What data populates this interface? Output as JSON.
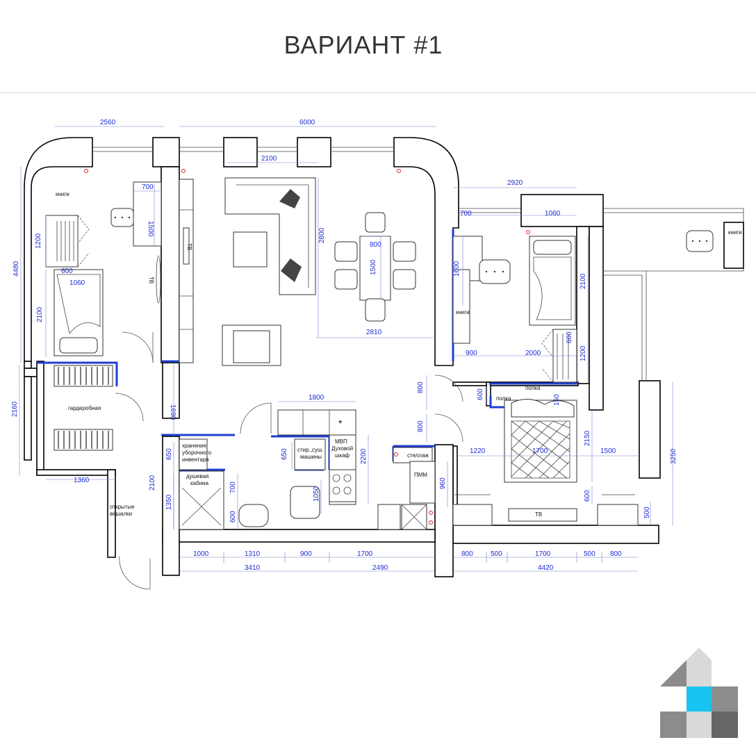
{
  "title": "ВАРИАНТ #1",
  "dimensions": {
    "top_left": "2560",
    "top_mid": "6000",
    "window": "2100",
    "bedroom_top": "2920",
    "desk_w": "700",
    "desk_h": "1500",
    "wardrobe_h": "1200",
    "wardrobe_600": "600",
    "bed_w": "1060",
    "left_total": "4480",
    "left_bed": "2100",
    "left_gard": "2160",
    "gard_w": "1360",
    "hall_1690": "1690",
    "liv_2800": "2800",
    "table_800": "800",
    "table_1500": "1500",
    "liv_2810": "2810",
    "bed2_700": "700",
    "bed2_1060": "1060",
    "bed2_1600": "1600",
    "bed2_2100": "2100",
    "bed2_1200": "1200",
    "bed2_900": "900",
    "bed2_2000": "2000",
    "bed2_600": "600",
    "kitchen_1800": "1800",
    "kitchen_2200": "2200",
    "k650a": "650",
    "k650b": "650",
    "bath_2100": "2100",
    "bath_1350": "1350",
    "bath_700": "700",
    "bath_600": "600",
    "bath_1050": "1050",
    "d800a": "800",
    "d800b": "800",
    "d600": "600",
    "d960": "960",
    "mb_1220": "1220",
    "mb_1700": "1700",
    "mb_1500": "1500",
    "mb_2150": "2150",
    "mb_150": "150",
    "mb_600": "600",
    "mb_500": "500",
    "right_3250": "3250",
    "b1000": "1000",
    "b1310": "1310",
    "b900": "900",
    "b1700": "1700",
    "b3410": "3410",
    "b2490": "2490",
    "r800a": "800",
    "r500a": "500",
    "r1700": "1700",
    "r500b": "500",
    "r800b": "800",
    "r4420": "4420"
  },
  "labels": {
    "books_left": "книги",
    "books_mid": "книги",
    "books_right": "книги",
    "tv_left": "ТВ",
    "tv_wall": "ТВ",
    "tv_bed": "ТВ",
    "wardrobe": "гардеробная",
    "storage_line1": "хранение",
    "storage_line2": "уборочного",
    "storage_line3": "инвентаря",
    "shower_line1": "душевая",
    "shower_line2": "кабина",
    "washer_line1": "стир.,суш.",
    "washer_line2": "машины",
    "oven_line1": "МВП",
    "oven_line2": "Духовой",
    "oven_line3": "шкаф",
    "shelving": "стеллаж",
    "dishwasher": "ПММ",
    "shelf_a": "полка",
    "shelf_b": "полка",
    "hangers_line1": "открытые",
    "hangers_line2": "вешалки",
    "star": "*"
  },
  "colors": {
    "dimension": "#1b2bd0",
    "walls": "#000000",
    "accent_logo": "#19c3f0",
    "logo_grey": "#8c8c8c"
  }
}
